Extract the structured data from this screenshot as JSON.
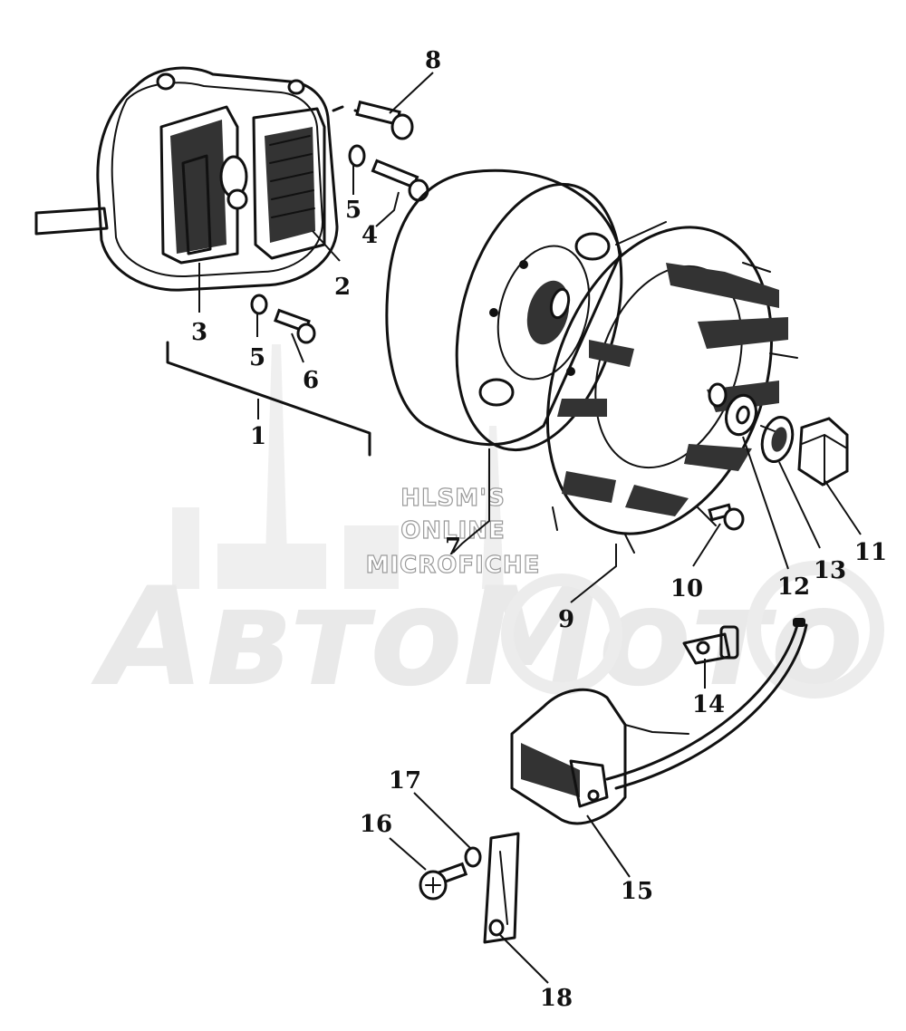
{
  "watermark": {
    "line1": "HLSM'S",
    "line2": "ONLINE",
    "line3": "MICROFICHE",
    "logo": "АвтоМото"
  },
  "callouts": {
    "c1": "1",
    "c2": "2",
    "c3": "3",
    "c4": "4",
    "c5a": "5",
    "c5b": "5",
    "c6": "6",
    "c7": "7",
    "c8": "8",
    "c9": "9",
    "c10": "10",
    "c11": "11",
    "c12": "12",
    "c13": "13",
    "c14": "14",
    "c15": "15",
    "c16": "16",
    "c17": "17",
    "c18": "18"
  }
}
